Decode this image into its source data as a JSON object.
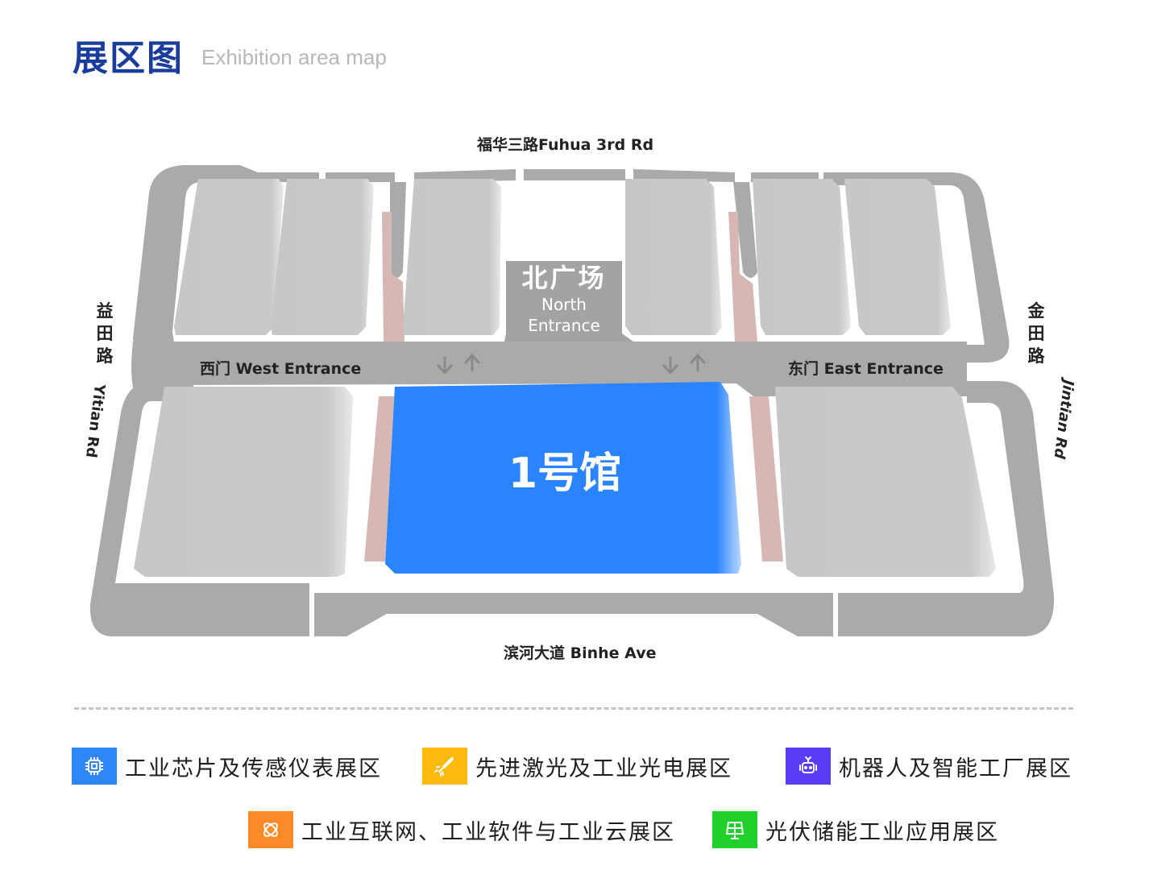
{
  "header": {
    "title_zh": "展区图",
    "title_en": "Exhibition area map"
  },
  "map": {
    "roads": {
      "north": "福华三路Fuhua 3rd Rd",
      "south": "滨河大道 Binhe Ave",
      "west_zh": [
        "益",
        "田",
        "路"
      ],
      "west_en": "Yitian Rd",
      "east_zh": [
        "金",
        "田",
        "路"
      ],
      "east_en": "Jintian Rd"
    },
    "entrances": {
      "west": "西门 West Entrance",
      "east": "东门 East Entrance",
      "north_zh": "北广场",
      "north_en_line1": "North",
      "north_en_line2": "Entrance"
    },
    "highlighted_hall": {
      "label": "1号馆",
      "color": "#2a84ff"
    },
    "colors": {
      "road": "#a9aaa9",
      "hall": "#c8c9ca",
      "walkway": "#d6b7b3",
      "north_plaza": "#a3a3a3"
    }
  },
  "legend": {
    "items": [
      {
        "icon": "chip-icon",
        "color": "#2f86f6",
        "label": "工业芯片及传感仪表展区"
      },
      {
        "icon": "laser-icon",
        "color": "#ffb90f",
        "label": "先进激光及工业光电展区"
      },
      {
        "icon": "robot-icon",
        "color": "#5b3bf5",
        "label": "机器人及智能工厂展区"
      },
      {
        "icon": "network-icon",
        "color": "#ff8a2a",
        "label": "工业互联网、工业软件与工业云展区"
      },
      {
        "icon": "solar-panel-icon",
        "color": "#21d02b",
        "label": "光伏储能工业应用展区"
      }
    ]
  }
}
